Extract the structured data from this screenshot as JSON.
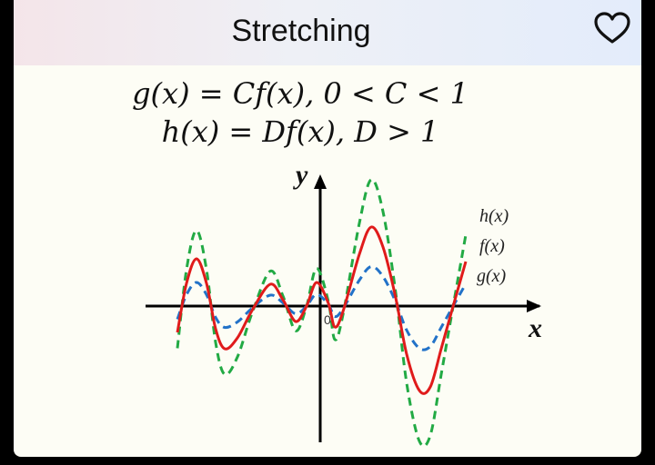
{
  "header": {
    "title": "Stretching"
  },
  "favorite": {
    "icon": "heart-outline-icon"
  },
  "figure": {
    "equation_1": "g(x) = Cf(x), 0 < C < 1",
    "equation_2": "h(x) = Df(x), D > 1",
    "axis_x": "x",
    "axis_y": "y",
    "origin": "0",
    "curve_labels": {
      "h": "h(x)",
      "f": "f(x)",
      "g": "g(x)"
    },
    "colors": {
      "h": "#22aa44",
      "f": "#e01b1b",
      "g": "#2272c8",
      "axes": "#000000"
    }
  }
}
